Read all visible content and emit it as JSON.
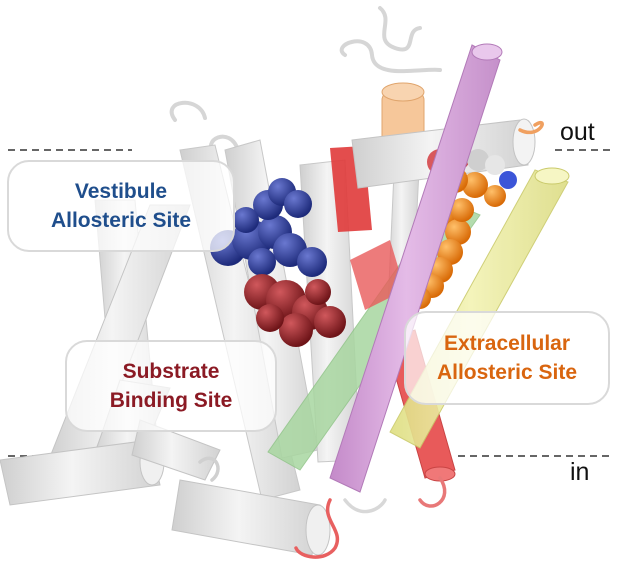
{
  "labels": {
    "vestibule": {
      "line1": "Vestibule",
      "line2": "Allosteric Site",
      "color": "#1f4e8c"
    },
    "substrate": {
      "line1": "Substrate",
      "line2": "Binding Site",
      "color": "#8b1a24"
    },
    "extracellular": {
      "line1": "Extracellular",
      "line2": "Allosteric Site",
      "color": "#d9650f"
    }
  },
  "membrane": {
    "out": "out",
    "in": "in"
  },
  "colors": {
    "helix_gray": "#e8e8e8",
    "helix_magenta": "#d8a3dc",
    "helix_yellow": "#ecec9a",
    "helix_green": "#a8d6a0",
    "helix_red": "#e85a5a",
    "helix_peach": "#f6c79a",
    "ligand_blue": "#2c3a94",
    "ligand_darkred": "#9a2226",
    "ligand_orange": "#f08a1c"
  }
}
